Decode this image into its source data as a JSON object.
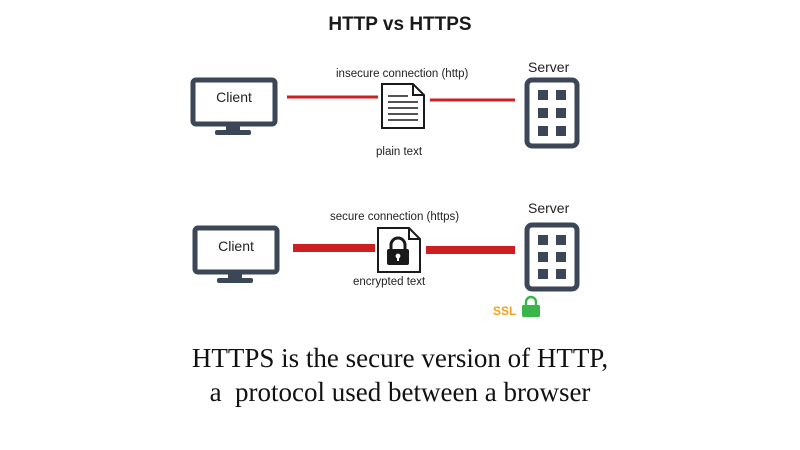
{
  "title": "HTTP vs HTTPS",
  "http_row": {
    "client_label": "Client",
    "server_label": "Server",
    "connection_label": "insecure connection (http)",
    "payload_label": "plain text"
  },
  "https_row": {
    "client_label": "Client",
    "server_label": "Server",
    "connection_label": "secure connection (https)",
    "payload_label": "encrypted text",
    "ssl_label": "SSL"
  },
  "caption": {
    "line1": "HTTPS is the secure version of HTTP,",
    "line2": "a  protocol used between a browser"
  },
  "colors": {
    "connection_line": "#cc1f1f",
    "device_stroke": "#3b4656",
    "ssl_text": "#f2a21a",
    "ssl_lock": "#3ab54a"
  },
  "icons": {
    "client": "monitor-icon",
    "server": "server-icon",
    "plain_payload": "document-icon",
    "encrypted_payload": "locked-document-icon",
    "ssl": "padlock-icon"
  }
}
